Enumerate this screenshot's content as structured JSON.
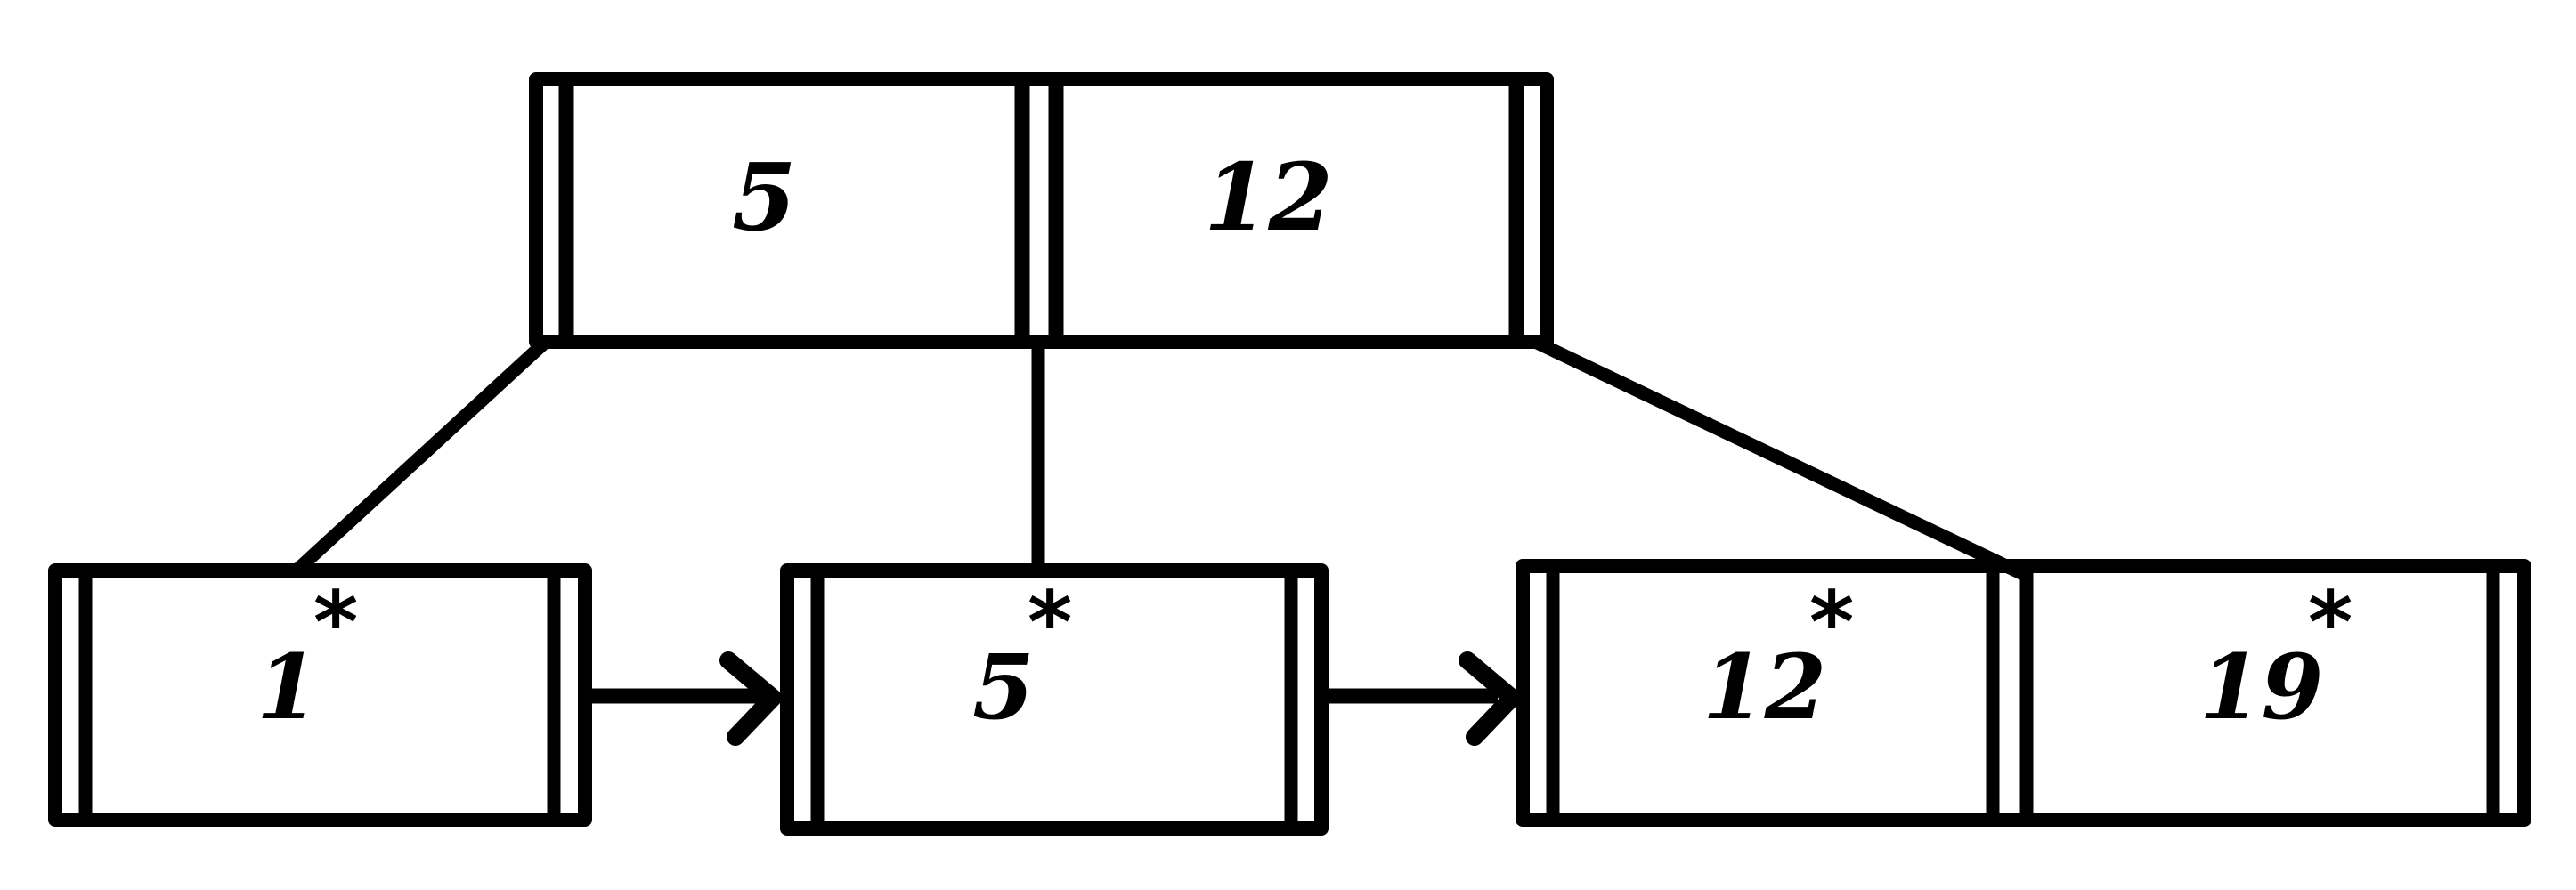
{
  "diagram": {
    "title": "B+ tree with root node and three linked leaf nodes",
    "style": "hand-drawn black-on-white",
    "stroke_color": "#000000",
    "background_color": "#ffffff"
  },
  "root_node": {
    "name": "root-node",
    "cells": [
      {
        "type": "pointer",
        "label": ""
      },
      {
        "type": "key",
        "label": "5"
      },
      {
        "type": "pointer",
        "label": ""
      },
      {
        "type": "key",
        "label": "12"
      },
      {
        "type": "pointer",
        "label": ""
      }
    ],
    "keys": [
      "5",
      "12"
    ],
    "pointer_count": 3
  },
  "leaf_nodes": [
    {
      "name": "leaf-node-1",
      "entries": [
        "1*"
      ],
      "entry_values": [
        "1"
      ],
      "has_left_pointer": true,
      "has_right_pointer": true
    },
    {
      "name": "leaf-node-2",
      "entries": [
        "5*"
      ],
      "entry_values": [
        "5"
      ],
      "has_left_pointer": true,
      "has_right_pointer": true
    },
    {
      "name": "leaf-node-3",
      "entries": [
        "12*",
        "19*"
      ],
      "entry_values": [
        "12",
        "19"
      ],
      "has_left_pointer": true,
      "has_right_pointer": true
    }
  ],
  "child_edges": [
    {
      "name": "edge-root-to-leaf-1",
      "from": "root-pointer-0",
      "to": "leaf-node-1"
    },
    {
      "name": "edge-root-to-leaf-2",
      "from": "root-pointer-1",
      "to": "leaf-node-2"
    },
    {
      "name": "edge-root-to-leaf-3",
      "from": "root-pointer-2",
      "to": "leaf-node-3"
    }
  ],
  "sibling_arrows": [
    {
      "name": "arrow-leaf-1-to-leaf-2",
      "from": "leaf-node-1",
      "to": "leaf-node-2",
      "glyph": "arrow-right-icon"
    },
    {
      "name": "arrow-leaf-2-to-leaf-3",
      "from": "leaf-node-2",
      "to": "leaf-node-3",
      "glyph": "arrow-right-icon"
    }
  ],
  "cell_text": {
    "root_key_0": "5",
    "root_key_1": "12",
    "leaf1_entry_0_num": "1",
    "leaf1_entry_0_star": "*",
    "leaf2_entry_0_num": "5",
    "leaf2_entry_0_star": "*",
    "leaf3_entry_0_num": "12",
    "leaf3_entry_0_star": "*",
    "leaf3_entry_1_num": "19",
    "leaf3_entry_1_star": "*"
  }
}
